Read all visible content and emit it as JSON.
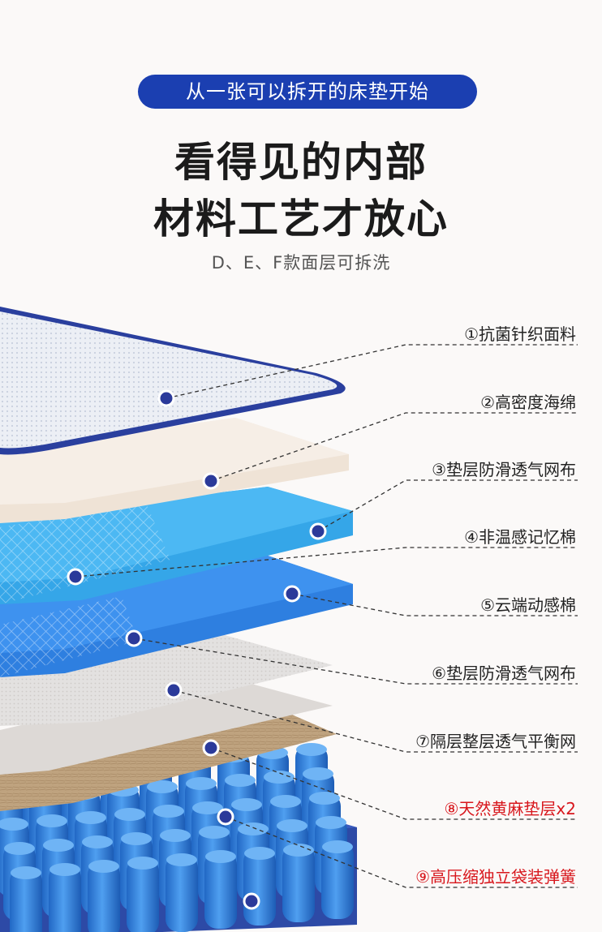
{
  "header": {
    "badge": "从一张可以拆开的床垫开始",
    "title_line1": "看得见的内部",
    "title_line2": "材料工艺才放心",
    "subtitle": "D、E、F款面层可拆洗"
  },
  "layers": [
    {
      "label": "①抗菌针织面料",
      "highlight": false
    },
    {
      "label": "②高密度海绵",
      "highlight": false
    },
    {
      "label": "③垫层防滑透气网布",
      "highlight": false
    },
    {
      "label": "④非温感记忆棉",
      "highlight": false
    },
    {
      "label": "⑤云端动感棉",
      "highlight": false
    },
    {
      "label": "⑥垫层防滑透气网布",
      "highlight": false
    },
    {
      "label": "⑦隔层整层透气平衡网",
      "highlight": false
    },
    {
      "label": "⑧天然黄麻垫层x2",
      "highlight": true
    },
    {
      "label": "⑨高压缩独立袋装弹簧",
      "highlight": true
    }
  ],
  "colors": {
    "badge": "#1b3fb1",
    "marker": "#2b3a9a",
    "highlight_text": "#d8171d",
    "knit_edge": "#2a3f9e",
    "foam": "#f2e8dc",
    "mesh_blue": "#35a6e8",
    "memory_blue": "#2e7fe0",
    "jute": "#bfa37f",
    "spring": "#2f7fd9",
    "base": "#2d4aa6"
  }
}
